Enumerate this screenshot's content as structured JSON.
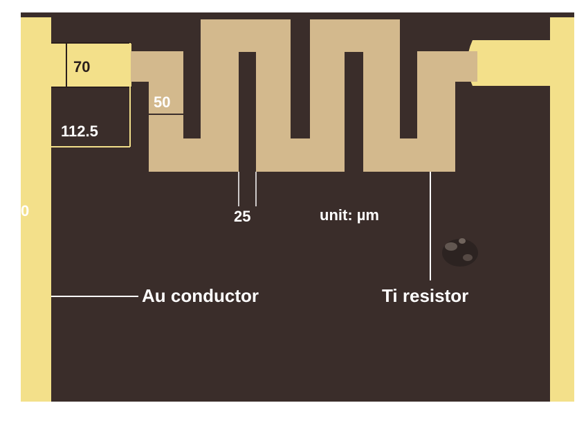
{
  "labels": {
    "dim_pad_width": "70",
    "dim_trace_width": "50",
    "dim_pad_height": "112.5",
    "dim_left_edge": "0",
    "dim_gap": "25",
    "unit": "unit: µm",
    "au_conductor": "Au conductor",
    "ti_resistor": "Ti resistor"
  },
  "colors": {
    "background": "#3a2d2a",
    "au_gold": "#f3e08a",
    "ti_tan": "#d3b98d",
    "label_white": "#ffffff",
    "label_dark": "#2a1f1c"
  }
}
